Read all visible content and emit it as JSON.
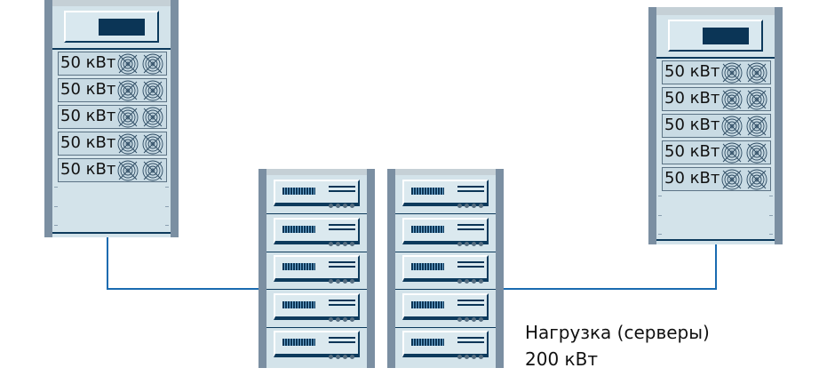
{
  "ups_left": {
    "modules": [
      "50 кВт",
      "50 кВт",
      "50 кВт",
      "50 кВт",
      "50 кВт"
    ]
  },
  "ups_right": {
    "modules": [
      "50 кВт",
      "50 кВт",
      "50 кВт",
      "50 кВт",
      "50 кВт"
    ]
  },
  "server_racks": [
    {
      "servers": 5
    },
    {
      "servers": 5
    }
  ],
  "load": {
    "title": "Нагрузка (серверы)",
    "power": "200 кВт"
  },
  "colors": {
    "cable": "#1a6bb0",
    "rack_post": "#7b8fa2",
    "panel": "#d3e3ea",
    "dark": "#0b3556"
  }
}
